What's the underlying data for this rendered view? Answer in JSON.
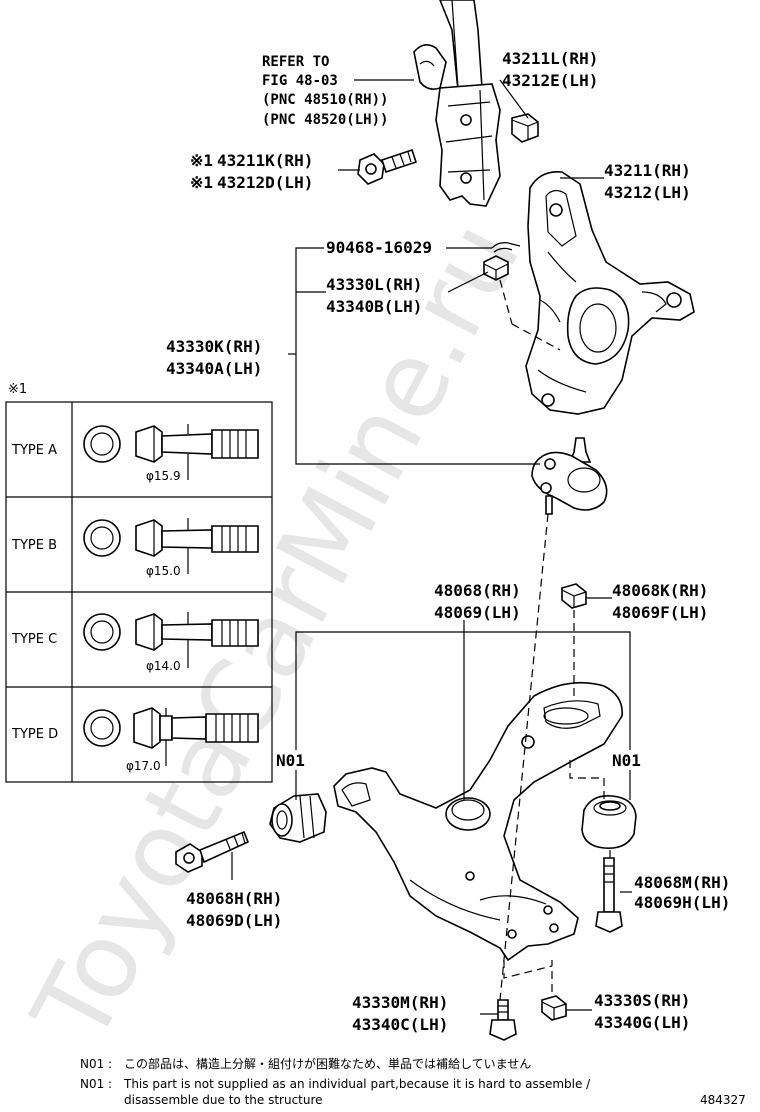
{
  "watermark": "ToyotaCarMine.ru",
  "labels": {
    "refer_line1": "REFER TO",
    "refer_line2": "FIG 48-03",
    "refer_line3": "(PNC 48510(RH))",
    "refer_line4": "(PNC 48520(LH))",
    "nut_top_rh": "43211L(RH)",
    "nut_top_lh": "43212E(LH)",
    "bolt_top_mark_rh": "※1",
    "bolt_top_rh": "43211K(RH)",
    "bolt_top_mark_lh": "※1",
    "bolt_top_lh": "43212D(LH)",
    "knuckle_rh": "43211(RH)",
    "knuckle_lh": "43212(LH)",
    "cotter_pin": "90468-16029",
    "bj_nut_rh": "43330L(RH)",
    "bj_nut_lh": "43340B(LH)",
    "ball_joint_rh": "43330K(RH)",
    "ball_joint_lh": "43340A(LH)",
    "arm_rh": "48068(RH)",
    "arm_lh": "48069(LH)",
    "arm_nut_rh": "48068K(RH)",
    "arm_nut_lh": "48069F(LH)",
    "n01_left": "N01",
    "n01_right": "N01",
    "front_bolt_rh": "48068H(RH)",
    "front_bolt_lh": "48069D(LH)",
    "rear_bolt_rh": "48068M(RH)",
    "rear_bolt_lh": "48069H(LH)",
    "bj_bolt_rh": "43330M(RH)",
    "bj_bolt_lh": "43340C(LH)",
    "bj_lower_nut_rh": "43330S(RH)",
    "bj_lower_nut_lh": "43340G(LH)"
  },
  "table": {
    "mark": "※1",
    "rows": [
      {
        "type": "TYPE A",
        "diameter": "φ15.9"
      },
      {
        "type": "TYPE B",
        "diameter": "φ15.0"
      },
      {
        "type": "TYPE C",
        "diameter": "φ14.0"
      },
      {
        "type": "TYPE D",
        "diameter": "φ17.0"
      }
    ]
  },
  "notes": {
    "jp_prefix": "N01 :",
    "jp_text": "この部品は、構造上分解・組付けが困難なため、単品では補給していません",
    "en_prefix": "N01 :",
    "en_line1": "This part is not supplied as an individual part,because it is hard to assemble /",
    "en_line2": "disassemble due to the structure"
  },
  "figure_number": "484327"
}
